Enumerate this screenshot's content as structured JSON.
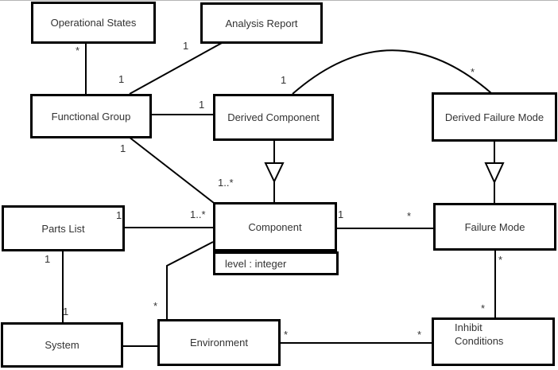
{
  "diagram": {
    "kind": "uml-class-diagram",
    "classes": [
      {
        "name": "Operational States"
      },
      {
        "name": "Analysis Report"
      },
      {
        "name": "Functional Group"
      },
      {
        "name": "Derived Component"
      },
      {
        "name": "Derived Failure Mode"
      },
      {
        "name": "Parts List"
      },
      {
        "name": "Component",
        "attributes": [
          "level : integer"
        ]
      },
      {
        "name": "Failure Mode"
      },
      {
        "name": "System"
      },
      {
        "name": "Environment"
      },
      {
        "name": "Inhibit Conditions"
      }
    ],
    "associations": [
      {
        "from": "Operational States",
        "to": "Functional Group",
        "from_label": "*",
        "to_label": ""
      },
      {
        "from": "Analysis Report",
        "to": "Functional Group",
        "from_label": "1",
        "to_label": "1"
      },
      {
        "from": "Functional Group",
        "to": "Derived Component",
        "from_label": "",
        "to_label": "1"
      },
      {
        "from": "Derived Component",
        "to": "Derived Failure Mode",
        "from_label": "1",
        "to_label": "*",
        "shape": "arc"
      },
      {
        "from": "Functional Group",
        "to": "Component",
        "from_label": "1",
        "to_label": "1..*"
      },
      {
        "from": "Parts List",
        "to": "Component",
        "from_label": "1",
        "to_label": "1..*"
      },
      {
        "from": "Component",
        "to": "Failure Mode",
        "from_label": "1",
        "to_label": "*"
      },
      {
        "from": "Parts List",
        "to": "System",
        "from_label": "1",
        "to_label": "1"
      },
      {
        "from": "System",
        "to": "Environment",
        "from_label": "",
        "to_label": ""
      },
      {
        "from": "Component",
        "to": "Environment",
        "from_label": "",
        "to_label": "*"
      },
      {
        "from": "Environment",
        "to": "Inhibit Conditions",
        "from_label": "*",
        "to_label": "*"
      },
      {
        "from": "Failure Mode",
        "to": "Inhibit Conditions",
        "from_label": "*",
        "to_label": "*"
      }
    ],
    "generalizations": [
      {
        "child": "Derived Component",
        "parent": "Component"
      },
      {
        "child": "Derived Failure Mode",
        "parent": "Failure Mode"
      }
    ]
  }
}
